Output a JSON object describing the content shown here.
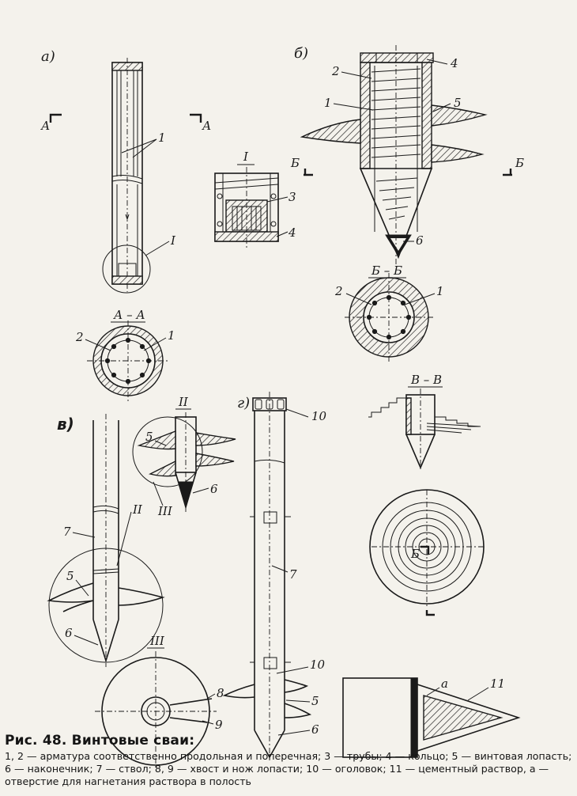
{
  "figure": {
    "views": {
      "a": "а)",
      "b": "б)",
      "v": "в)",
      "g": "г)"
    },
    "sections": {
      "aa": "А – А",
      "bb": "Б – Б",
      "vv": "В – В",
      "marker_a": "А",
      "marker_b": "Б"
    },
    "details": {
      "d1": "I",
      "d2": "II",
      "d3": "III"
    },
    "callouts": {
      "n1": "1",
      "n2": "2",
      "n3": "3",
      "n4": "4",
      "n5": "5",
      "n6": "6",
      "n7": "7",
      "n8": "8",
      "n9": "9",
      "n10": "10",
      "n11": "11",
      "na": "а"
    }
  },
  "caption": {
    "title": "Рис. 48. Винтовые сваи:",
    "text": "1, 2 — арматура соответственно продольная и поперечная; 3 — трубы; 4 — кольцо; 5 — винтовая лопасть; 6 — наконечник; 7 — ствол; 8, 9 — хвост и нож лопасти; 10 — оголовок; 11 — цементный раствор, а — отверстие для нагнетания раствора в полость"
  }
}
